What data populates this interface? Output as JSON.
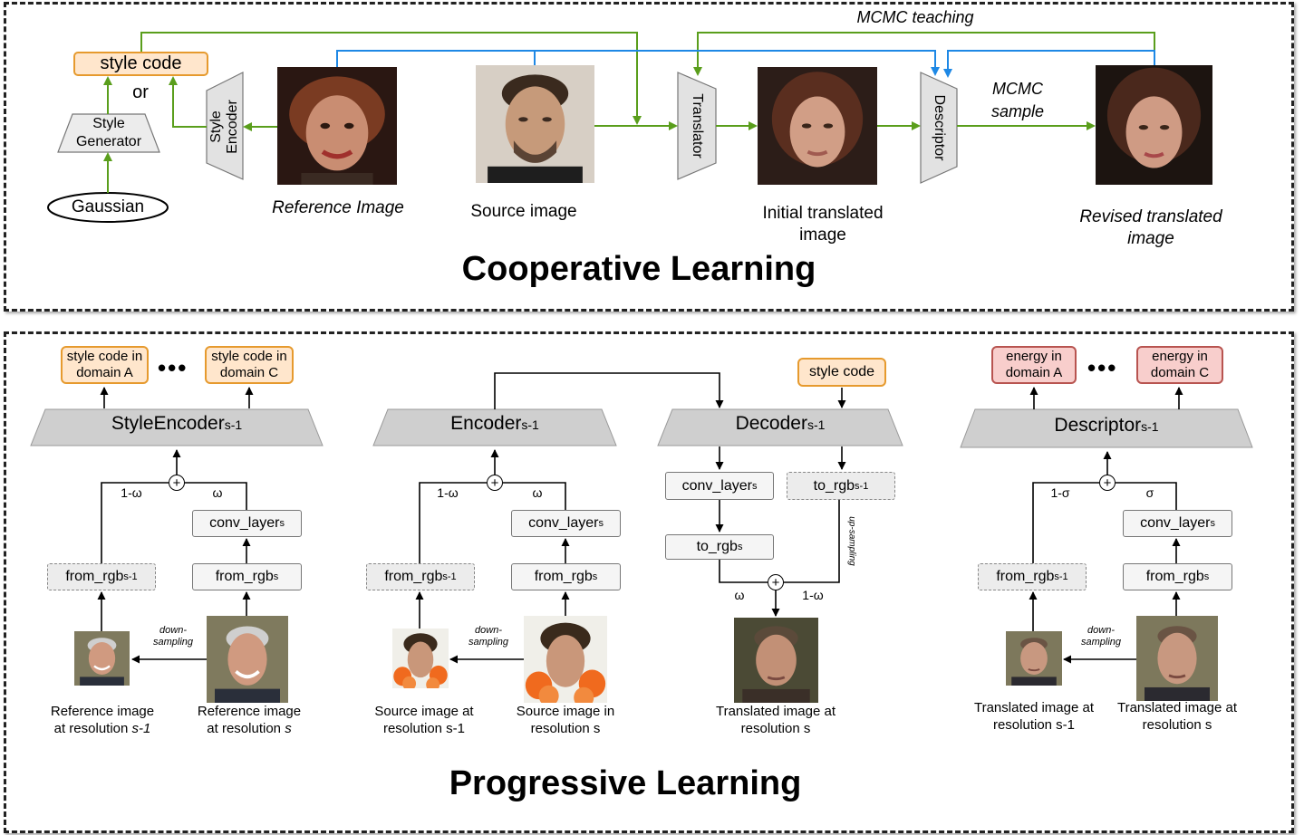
{
  "top": {
    "title": "Cooperative Learning",
    "style_code": "style code",
    "or": "or",
    "style_generator": "Style Generator",
    "gaussian": "Gaussian",
    "style_encoder": "Style Encoder",
    "translator": "Translator",
    "descriptor": "Descriptor",
    "mcmc_teaching": "MCMC teaching",
    "mcmc_sample": "MCMC sample",
    "captions": {
      "reference": "Reference Image",
      "source": "Source image",
      "initial": "Initial translated image",
      "revised": "Revised translated image"
    }
  },
  "bottom": {
    "title": "Progressive Learning",
    "dots": "•••",
    "se": {
      "out_a": "style code in domain A",
      "out_c": "style code in domain C",
      "name": "StyleEncoder",
      "sub": "s-1",
      "w_left": "1-ω",
      "w_right": "ω",
      "conv": "conv_layer",
      "conv_sub": "s",
      "from_prev": "from_rgb",
      "from_prev_sub": "s-1",
      "from_cur": "from_rgb",
      "from_cur_sub": "s",
      "down": "down-sampling",
      "cap_left_1": "Reference image",
      "cap_left_2": "at resolution ",
      "cap_left_2_it": "s-1",
      "cap_right_1": "Reference image",
      "cap_right_2": "at resolution ",
      "cap_right_2_it": "s"
    },
    "enc": {
      "name": "Encoder",
      "sub": "s-1",
      "w_left": "1-ω",
      "w_right": "ω",
      "conv": "conv_layer",
      "conv_sub": "s",
      "from_prev": "from_rgb",
      "from_prev_sub": "s-1",
      "from_cur": "from_rgb",
      "from_cur_sub": "s",
      "down": "down-sampling",
      "cap_left": "Source image at resolution s-1",
      "cap_right": "Source image in resolution s"
    },
    "dec": {
      "style_code": "style code",
      "name": "Decoder",
      "sub": "s-1",
      "conv": "conv_layer",
      "conv_sub": "s",
      "to_prev": "to_rgb",
      "to_prev_sub": "s-1",
      "to_cur": "to_rgb",
      "to_cur_sub": "s",
      "up": "up-sampling",
      "w_left": "ω",
      "w_right": "1-ω",
      "cap": "Translated image at resolution s"
    },
    "desc": {
      "out_a": "energy in domain A",
      "out_c": "energy in domain C",
      "name": "Descriptor",
      "sub": "s-1",
      "w_left": "1-σ",
      "w_right": "σ",
      "conv": "conv_layer",
      "conv_sub": "s",
      "from_prev": "from_rgb",
      "from_prev_sub": "s-1",
      "from_cur": "from_rgb",
      "from_cur_sub": "s",
      "down": "down-sampling",
      "cap_left": "Translated image at resolution s-1",
      "cap_right": "Translated image at resolution s"
    }
  },
  "colors": {
    "green": "#5a9e1c",
    "blue": "#1e88e5",
    "orange_fill": "#ffe6cc",
    "orange_border": "#e69a2e",
    "red_fill": "#f8cecc",
    "red_border": "#b85450",
    "trapezoid": "#cfcfcf"
  }
}
